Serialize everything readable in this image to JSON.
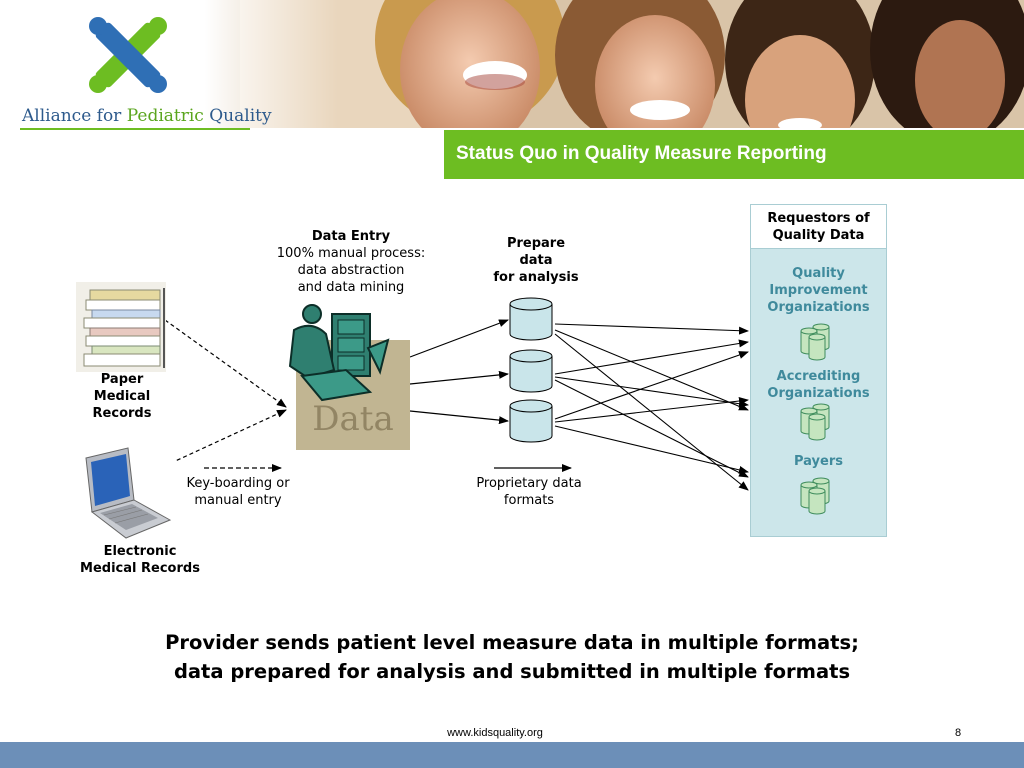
{
  "header": {
    "logo_part1": "Alliance for ",
    "logo_part2": "Pediatric",
    "logo_part3": " Quality",
    "title": "Status Quo in Quality Measure Reporting"
  },
  "sources": {
    "paper": [
      "Paper",
      "Medical",
      "Records"
    ],
    "electronic": [
      "Electronic",
      "Medical Records"
    ]
  },
  "data_entry": {
    "heading": "Data Entry",
    "lines": [
      "100% manual process:",
      "data abstraction",
      "and data mining"
    ],
    "clipart_word": "Data"
  },
  "prepare": {
    "lines": [
      "Prepare",
      "data",
      "for analysis"
    ]
  },
  "legend": {
    "manual": [
      "Key-boarding or",
      "manual entry"
    ],
    "proprietary": [
      "Proprietary data",
      "formats"
    ]
  },
  "requestors": {
    "heading": [
      "Requestors of",
      "Quality Data"
    ],
    "items": [
      [
        "Quality",
        "Improvement",
        "Organizations"
      ],
      [
        "Accrediting",
        "Organizations"
      ],
      [
        "Payers"
      ]
    ]
  },
  "caption": [
    "Provider sends patient level measure data in multiple formats;",
    "data prepared for analysis and submitted in multiple formats"
  ],
  "footer": {
    "url": "www.kidsquality.org",
    "page": "8"
  },
  "colors": {
    "accent_green": "#6dbd22",
    "logo_blue": "#2d5a8c",
    "panel_fill": "#cce6ea",
    "requestor_text": "#3f8a9c",
    "footer_bar": "#6c8fb8"
  }
}
